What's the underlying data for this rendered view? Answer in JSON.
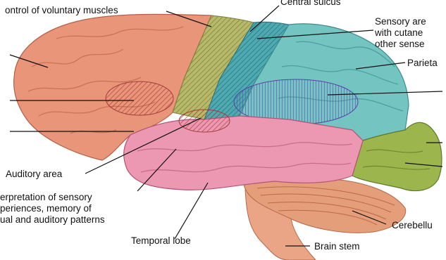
{
  "figure": {
    "labels": {
      "motor_area": "ontrol of voluntary muscles",
      "central_sulcus": "Central sulcus",
      "sensory_area_lines": [
        "Sensory are",
        "with cutane",
        "other sense"
      ],
      "parietal": "Parieta",
      "auditory_area": "Auditory area",
      "interpretation_lines": [
        "erpretation of sensory",
        "periences, memory of",
        "ual and auditory patterns"
      ],
      "temporal_lobe": "Temporal lobe",
      "cerebellum": "Cerebellu",
      "brain_stem": "Brain stem"
    },
    "region_colors": {
      "frontal_lobe": "#e8957a",
      "motor_strip": "#b8b86a",
      "sensory_strip": "#4fa9b0",
      "parietal_lobe": "#74c4c2",
      "occipital_lobe": "#9cb54c",
      "temporal_lobe": "#ec98b2",
      "cerebellum": "#e59e7a",
      "brain_stem": "#e9a586",
      "hatch_red": "#b03a3a",
      "hatch_purple": "#6b4fb8"
    }
  }
}
